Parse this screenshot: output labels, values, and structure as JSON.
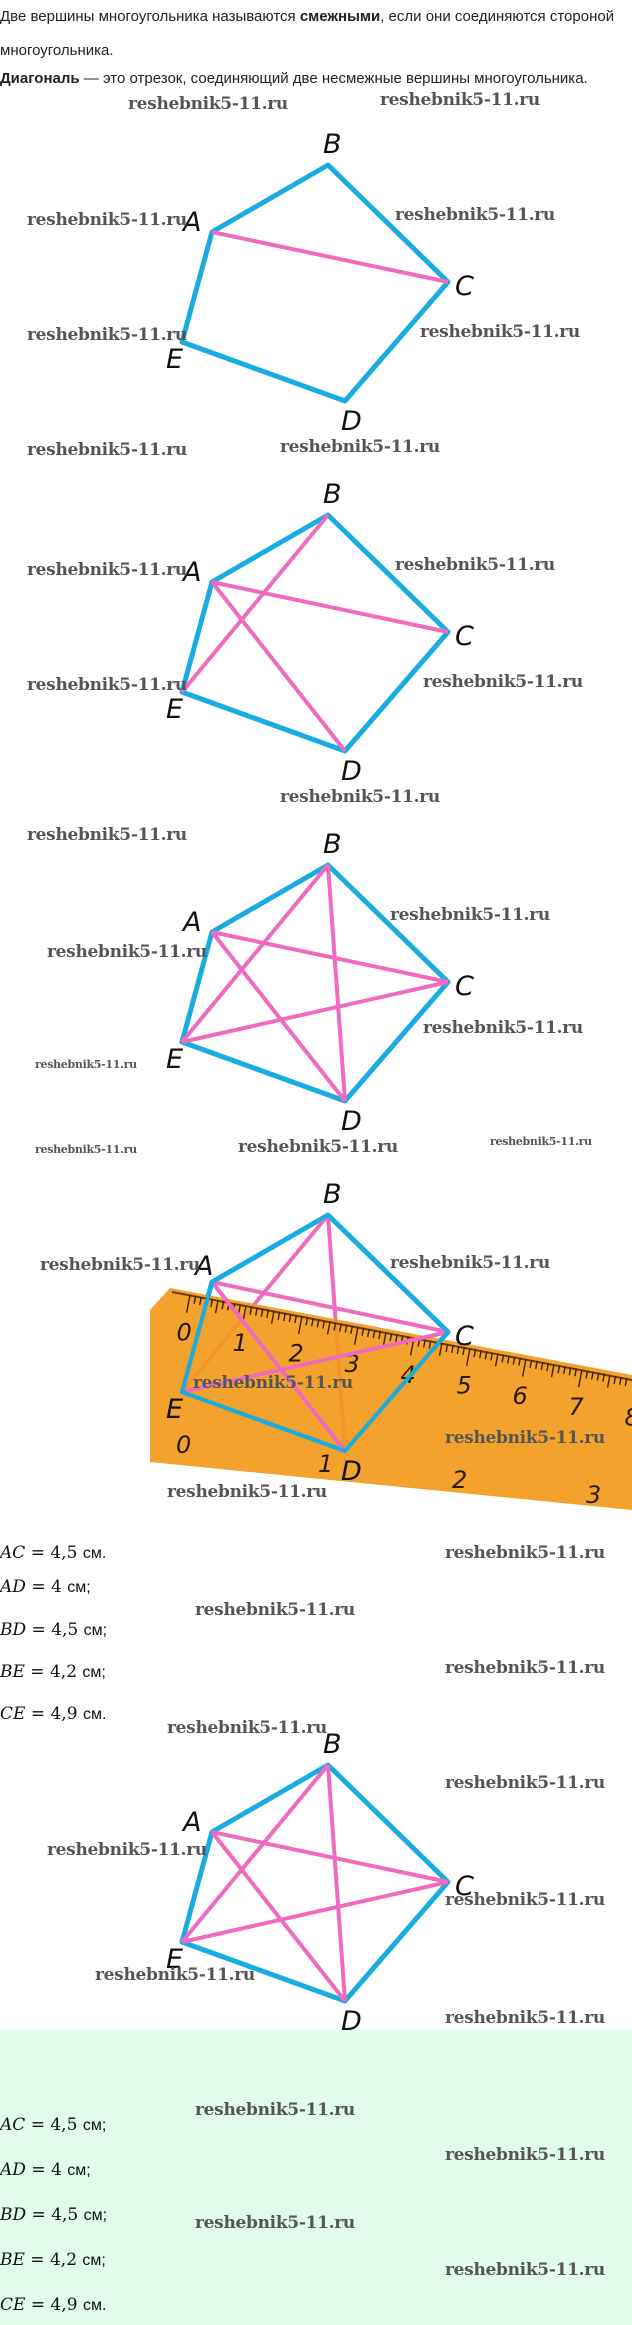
{
  "intro": {
    "p1_part1": "Две вершины многоугольника называются ",
    "p1_bold": "смежными",
    "p1_part2": ", если они соединяются стороной многоугольника.",
    "p2_bold": "Диагональ",
    "p2_rest": " — это отрезок, соединяющий две несмежные вершины многоугольника."
  },
  "vertices": {
    "A": "A",
    "B": "B",
    "C": "C",
    "D": "D",
    "E": "E"
  },
  "colors": {
    "sides": "#19ace3",
    "diagonals": "#ef6bbd",
    "ruler": "#f29a1c",
    "answer_bg": "#e1fcea"
  },
  "ruler_marks": [
    "0",
    "1",
    "2",
    "3",
    "4",
    "5",
    "6",
    "7",
    "8"
  ],
  "ruler_marks_lower": [
    "0",
    "1",
    "2",
    "3"
  ],
  "watermark": "reshebnik5-11.ru",
  "measurements": [
    {
      "label": "AC",
      "value": "4,5",
      "unit": "см."
    },
    {
      "label": "AD",
      "value": "4",
      "unit": "см;"
    },
    {
      "label": "BD",
      "value": "4,5",
      "unit": "см;"
    },
    {
      "label": "BE",
      "value": "4,2",
      "unit": "см;"
    },
    {
      "label": "CE",
      "value": "4,9",
      "unit": "см."
    }
  ],
  "answer": [
    {
      "label": "AC",
      "value": "4,5",
      "unit": "см;"
    },
    {
      "label": "AD",
      "value": "4",
      "unit": "см;"
    },
    {
      "label": "BD",
      "value": "4,5",
      "unit": "см;"
    },
    {
      "label": "BE",
      "value": "4,2",
      "unit": "см;"
    },
    {
      "label": "CE",
      "value": "4,9",
      "unit": "см."
    }
  ]
}
